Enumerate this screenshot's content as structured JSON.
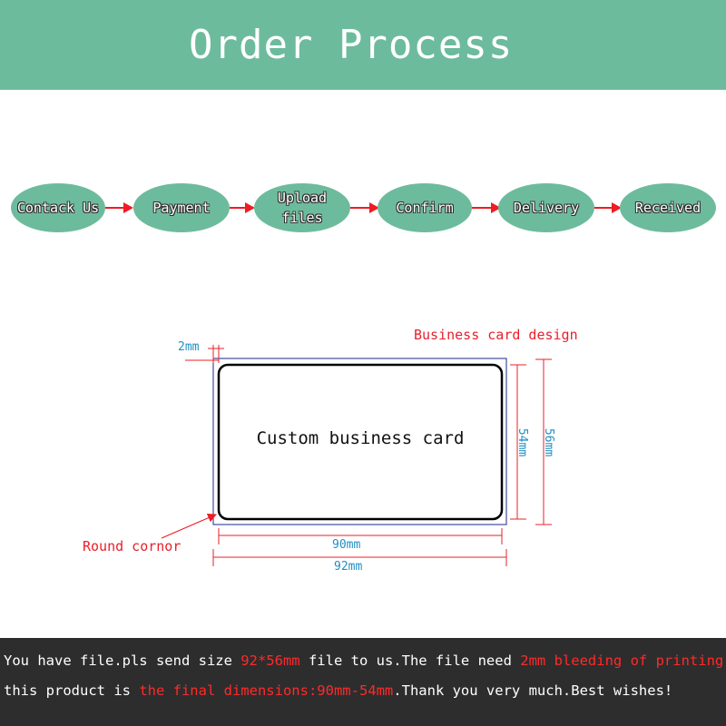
{
  "header": {
    "title": "Order Process"
  },
  "colors": {
    "teal": "#6dbb9d",
    "arrow_red": "#ee1c23",
    "dimension_blue": "#1f8fc4",
    "label_red": "#e8202a",
    "footer_bg": "#2d2d2d"
  },
  "process": {
    "steps": [
      "Contack Us",
      "Payment",
      "Upload\nfiles",
      "Confirm",
      "Delivery",
      "Received"
    ]
  },
  "card": {
    "design_label": "Business card design",
    "text": "Custom business card",
    "bleed": "2mm",
    "corner_label": "Round cornor",
    "inner_width": "90mm",
    "outer_width": "92mm",
    "inner_height": "54mm",
    "outer_height": "56mm"
  },
  "footer": {
    "line1": {
      "a": "You have file.pls send size ",
      "b": "92*56mm",
      "c": " file to us.The file need ",
      "d": "2mm bleeding of printing"
    },
    "line2": {
      "a": "this product is ",
      "b": "the final dimensions:90mm-54mm",
      "c": ".Thank you very much.Best wishes!"
    }
  }
}
